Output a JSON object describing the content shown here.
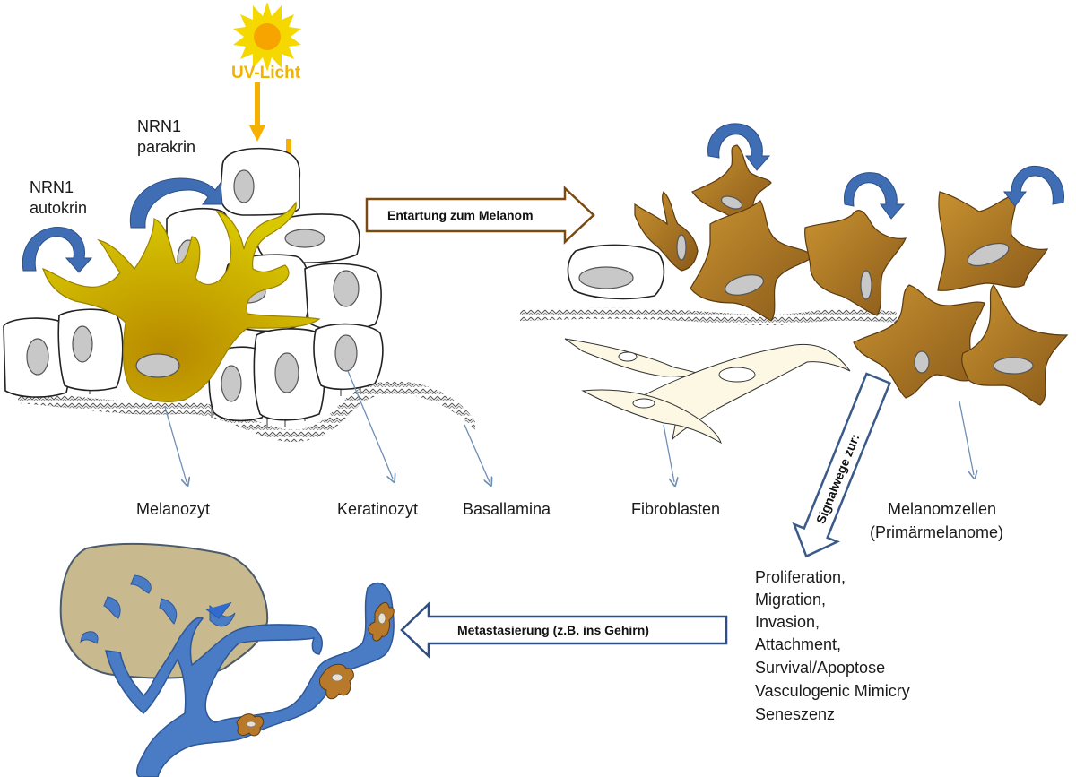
{
  "labels": {
    "uv_light": "UV-Licht",
    "nrn1_paracrine_line1": "NRN1",
    "nrn1_paracrine_line2": "parakrin",
    "nrn1_autocrine_line1": "NRN1",
    "nrn1_autocrine_line2": "autokrin",
    "melanocyte": "Melanozyt",
    "keratinocyte": "Keratinozyt",
    "basal_lamina": "Basallamina",
    "fibroblasts": "Fibroblasten",
    "melanoma_cells_line1": "Melanomzellen",
    "melanoma_cells_line2": "(Primärmelanome)"
  },
  "arrows": {
    "degeneration": "Entartung zum Melanom",
    "signaling": "Signalwege zur:",
    "metastasis": "Metastasierung (z.B. ins Gehirn)"
  },
  "pathways": [
    "Proliferation,",
    "Migration,",
    "Invasion,",
    "Attachment,",
    "Survival/Apoptose",
    "Vasculogenic Mimicry",
    "Seneszenz"
  ],
  "colors": {
    "uv": "#f0b400",
    "melanocyte": "#c8aa00",
    "melanoma": "#a86f1f",
    "signal_arc": "#3f6eb5",
    "vessel": "#4a7cc6",
    "brain": "#c9b98f"
  }
}
